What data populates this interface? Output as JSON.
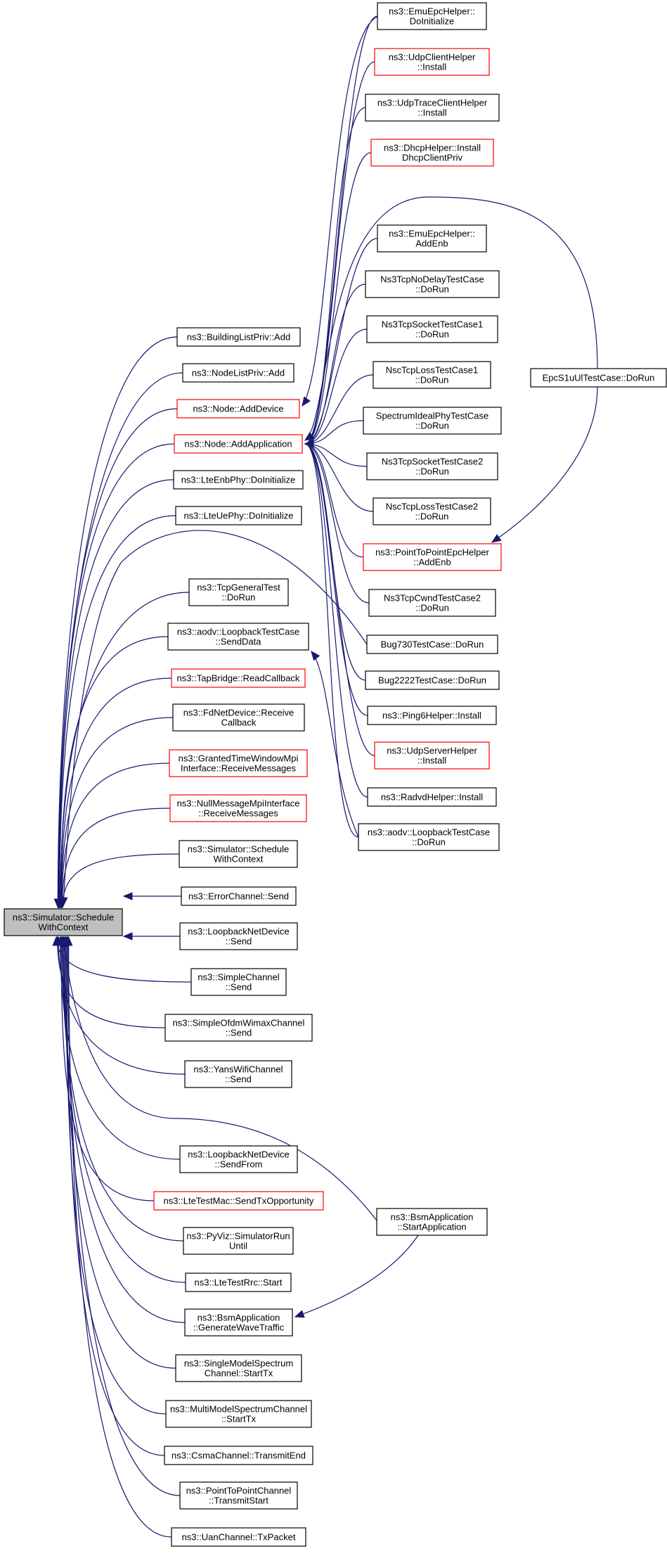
{
  "colors": {
    "edge": "#191970",
    "border_normal": "#000000",
    "border_red": "#ff0000",
    "root_fill": "#bfbfbf",
    "node_fill": "#ffffff"
  },
  "root": {
    "id": "root",
    "lines": [
      "ns3::Simulator::Schedule",
      "WithContext"
    ]
  },
  "nodes": [
    {
      "id": "buildinglist",
      "lines": [
        "ns3::BuildingListPriv::Add"
      ],
      "red": false
    },
    {
      "id": "nodelist",
      "lines": [
        "ns3::NodeListPriv::Add"
      ],
      "red": false
    },
    {
      "id": "adddevice",
      "lines": [
        "ns3::Node::AddDevice"
      ],
      "red": true
    },
    {
      "id": "addapp",
      "lines": [
        "ns3::Node::AddApplication"
      ],
      "red": true
    },
    {
      "id": "lteenbphy",
      "lines": [
        "ns3::LteEnbPhy::DoInitialize"
      ],
      "red": false
    },
    {
      "id": "lteuephy",
      "lines": [
        "ns3::LteUePhy::DoInitialize"
      ],
      "red": false
    },
    {
      "id": "tcpgeneral",
      "lines": [
        "ns3::TcpGeneralTest",
        "::DoRun"
      ],
      "red": false
    },
    {
      "id": "aodvsend",
      "lines": [
        "ns3::aodv::LoopbackTestCase",
        "::SendData"
      ],
      "red": false
    },
    {
      "id": "tapbridge",
      "lines": [
        "ns3::TapBridge::ReadCallback"
      ],
      "red": true
    },
    {
      "id": "fdnet",
      "lines": [
        "ns3::FdNetDevice::Receive",
        "Callback"
      ],
      "red": false
    },
    {
      "id": "granted",
      "lines": [
        "ns3::GrantedTimeWindowMpi",
        "Interface::ReceiveMessages"
      ],
      "red": true
    },
    {
      "id": "nullmsg",
      "lines": [
        "ns3::NullMessageMpiInterface",
        "::ReceiveMessages"
      ],
      "red": true
    },
    {
      "id": "simsched",
      "lines": [
        "ns3::Simulator::Schedule",
        "WithContext"
      ],
      "red": false
    },
    {
      "id": "errorch",
      "lines": [
        "ns3::ErrorChannel::Send"
      ],
      "red": false
    },
    {
      "id": "loopsend",
      "lines": [
        "ns3::LoopbackNetDevice",
        "::Send"
      ],
      "red": false
    },
    {
      "id": "simplech",
      "lines": [
        "ns3::SimpleChannel",
        "::Send"
      ],
      "red": false
    },
    {
      "id": "ofdm",
      "lines": [
        "ns3::SimpleOfdmWimaxChannel",
        "::Send"
      ],
      "red": false
    },
    {
      "id": "yans",
      "lines": [
        "ns3::YansWifiChannel",
        "::Send"
      ],
      "red": false
    },
    {
      "id": "loopfrom",
      "lines": [
        "ns3::LoopbackNetDevice",
        "::SendFrom"
      ],
      "red": false
    },
    {
      "id": "ltetestmac",
      "lines": [
        "ns3::LteTestMac::SendTxOpportunity"
      ],
      "red": true
    },
    {
      "id": "pyviz",
      "lines": [
        "ns3::PyViz::SimulatorRun",
        "Until"
      ],
      "red": false
    },
    {
      "id": "ltetestrrc",
      "lines": [
        "ns3::LteTestRrc::Start"
      ],
      "red": false
    },
    {
      "id": "bsmgen",
      "lines": [
        "ns3::BsmApplication",
        "::GenerateWaveTraffic"
      ],
      "red": false
    },
    {
      "id": "singlemodel",
      "lines": [
        "ns3::SingleModelSpectrum",
        "Channel::StartTx"
      ],
      "red": false
    },
    {
      "id": "multimodel",
      "lines": [
        "ns3::MultiModelSpectrumChannel",
        "::StartTx"
      ],
      "red": false
    },
    {
      "id": "csma",
      "lines": [
        "ns3::CsmaChannel::TransmitEnd"
      ],
      "red": false
    },
    {
      "id": "p2pch",
      "lines": [
        "ns3::PointToPointChannel",
        "::TransmitStart"
      ],
      "red": false
    },
    {
      "id": "uan",
      "lines": [
        "ns3::UanChannel::TxPacket"
      ],
      "red": false
    },
    {
      "id": "emuinit",
      "lines": [
        "ns3::EmuEpcHelper::",
        "DoInitialize"
      ],
      "red": false
    },
    {
      "id": "udpclient",
      "lines": [
        "ns3::UdpClientHelper",
        "::Install"
      ],
      "red": true
    },
    {
      "id": "udptrace",
      "lines": [
        "ns3::UdpTraceClientHelper",
        "::Install"
      ],
      "red": false
    },
    {
      "id": "dhcp",
      "lines": [
        "ns3::DhcpHelper::Install",
        "DhcpClientPriv"
      ],
      "red": true
    },
    {
      "id": "emuaddenb",
      "lines": [
        "ns3::EmuEpcHelper::",
        "AddEnb"
      ],
      "red": false
    },
    {
      "id": "nodelay",
      "lines": [
        "Ns3TcpNoDelayTestCase",
        "::DoRun"
      ],
      "red": false
    },
    {
      "id": "socket1",
      "lines": [
        "Ns3TcpSocketTestCase1",
        "::DoRun"
      ],
      "red": false
    },
    {
      "id": "nscloss1",
      "lines": [
        "NscTcpLossTestCase1",
        "::DoRun"
      ],
      "red": false
    },
    {
      "id": "spectrumideal",
      "lines": [
        "SpectrumIdealPhyTestCase",
        "::DoRun"
      ],
      "red": false
    },
    {
      "id": "socket2",
      "lines": [
        "Ns3TcpSocketTestCase2",
        "::DoRun"
      ],
      "red": false
    },
    {
      "id": "nscloss2",
      "lines": [
        "NscTcpLossTestCase2",
        "::DoRun"
      ],
      "red": false
    },
    {
      "id": "p2pepc",
      "lines": [
        "ns3::PointToPointEpcHelper",
        "::AddEnb"
      ],
      "red": true
    },
    {
      "id": "cwnd2",
      "lines": [
        "Ns3TcpCwndTestCase2",
        "::DoRun"
      ],
      "red": false
    },
    {
      "id": "bug730",
      "lines": [
        "Bug730TestCase::DoRun"
      ],
      "red": false
    },
    {
      "id": "bug2222",
      "lines": [
        "Bug2222TestCase::DoRun"
      ],
      "red": false
    },
    {
      "id": "ping6",
      "lines": [
        "ns3::Ping6Helper::Install"
      ],
      "red": false
    },
    {
      "id": "udpserver",
      "lines": [
        "ns3::UdpServerHelper",
        "::Install"
      ],
      "red": true
    },
    {
      "id": "radvd",
      "lines": [
        "ns3::RadvdHelper::Install"
      ],
      "red": false
    },
    {
      "id": "aodvrun",
      "lines": [
        "ns3::aodv::LoopbackTestCase",
        "::DoRun"
      ],
      "red": false
    },
    {
      "id": "epcs1u",
      "lines": [
        "EpcS1uUlTestCase::DoRun"
      ],
      "red": false
    },
    {
      "id": "bsmstart",
      "lines": [
        "ns3::BsmApplication",
        "::StartApplication"
      ],
      "red": false
    }
  ],
  "edges": [
    [
      "buildinglist",
      "root"
    ],
    [
      "nodelist",
      "root"
    ],
    [
      "adddevice",
      "root"
    ],
    [
      "addapp",
      "root"
    ],
    [
      "lteenbphy",
      "root"
    ],
    [
      "lteuephy",
      "root"
    ],
    [
      "tcpgeneral",
      "root"
    ],
    [
      "aodvsend",
      "root"
    ],
    [
      "tapbridge",
      "root"
    ],
    [
      "fdnet",
      "root"
    ],
    [
      "granted",
      "root"
    ],
    [
      "nullmsg",
      "root"
    ],
    [
      "simsched",
      "root"
    ],
    [
      "errorch",
      "root"
    ],
    [
      "loopsend",
      "root"
    ],
    [
      "simplech",
      "root"
    ],
    [
      "ofdm",
      "root"
    ],
    [
      "yans",
      "root"
    ],
    [
      "loopfrom",
      "root"
    ],
    [
      "ltetestmac",
      "root"
    ],
    [
      "pyviz",
      "root"
    ],
    [
      "ltetestrrc",
      "root"
    ],
    [
      "bsmgen",
      "root"
    ],
    [
      "singlemodel",
      "root"
    ],
    [
      "multimodel",
      "root"
    ],
    [
      "csma",
      "root"
    ],
    [
      "p2pch",
      "root"
    ],
    [
      "uan",
      "root"
    ],
    [
      "bug730",
      "root"
    ],
    [
      "bsmstart",
      "root"
    ],
    [
      "emuinit",
      "adddevice"
    ],
    [
      "emuinit",
      "addapp"
    ],
    [
      "udpclient",
      "addapp"
    ],
    [
      "udptrace",
      "addapp"
    ],
    [
      "dhcp",
      "addapp"
    ],
    [
      "emuaddenb",
      "addapp"
    ],
    [
      "nodelay",
      "addapp"
    ],
    [
      "socket1",
      "addapp"
    ],
    [
      "nscloss1",
      "addapp"
    ],
    [
      "spectrumideal",
      "addapp"
    ],
    [
      "socket2",
      "addapp"
    ],
    [
      "nscloss2",
      "addapp"
    ],
    [
      "p2pepc",
      "addapp"
    ],
    [
      "cwnd2",
      "addapp"
    ],
    [
      "bug2222",
      "addapp"
    ],
    [
      "ping6",
      "addapp"
    ],
    [
      "udpserver",
      "addapp"
    ],
    [
      "radvd",
      "addapp"
    ],
    [
      "aodvrun",
      "addapp"
    ],
    [
      "epcs1u",
      "addapp"
    ],
    [
      "epcs1u",
      "p2pepc"
    ],
    [
      "aodvrun",
      "aodvsend"
    ],
    [
      "bsmstart",
      "bsmgen"
    ]
  ]
}
